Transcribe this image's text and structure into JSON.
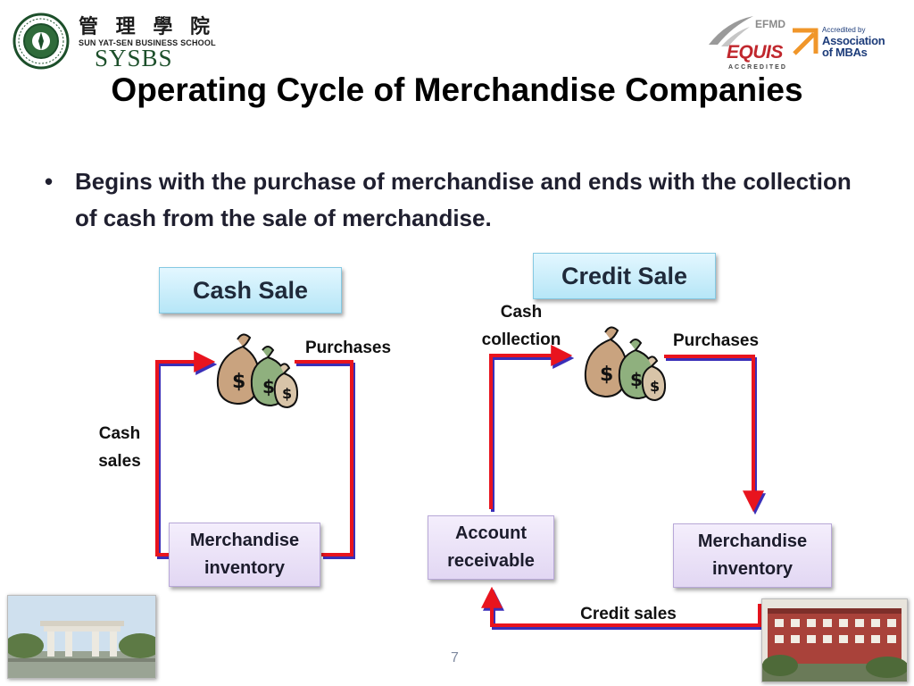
{
  "header": {
    "school_cn": "管 理 學 院",
    "school_en": "SUN YAT-SEN BUSINESS SCHOOL",
    "school_abbr": "SYSBS",
    "efmd": "EFMD",
    "equis": "EQUIS",
    "accredited": "ACCREDITED",
    "amba_small": "Accredited by",
    "amba_line1": "Association",
    "amba_line2": "of MBAs"
  },
  "slide": {
    "title": "Operating Cycle of Merchandise Companies",
    "bullet_symbol": "•",
    "bullet": "Begins with the purchase of merchandise and ends with the collection of cash from the sale of merchandise.",
    "page_number": "7"
  },
  "cash_sale": {
    "heading": "Cash Sale",
    "purchases_label": "Purchases",
    "sales_label_line1": "Cash",
    "sales_label_line2": "sales",
    "inventory_line1": "Merchandise",
    "inventory_line2": "inventory"
  },
  "credit_sale": {
    "heading": "Credit Sale",
    "collection_label_line1": "Cash",
    "collection_label_line2": "collection",
    "purchases_label": "Purchases",
    "receivable_line1": "Account",
    "receivable_line2": "receivable",
    "inventory_line1": "Merchandise",
    "inventory_line2": "inventory",
    "credit_sales_label": "Credit sales"
  },
  "colors": {
    "arrow_red": "#e8141e",
    "arrow_shadow": "#3a2fb8",
    "header_box": "#c4ecf9",
    "node_box": "#e8def6",
    "brand_green": "#1c4f2a"
  }
}
